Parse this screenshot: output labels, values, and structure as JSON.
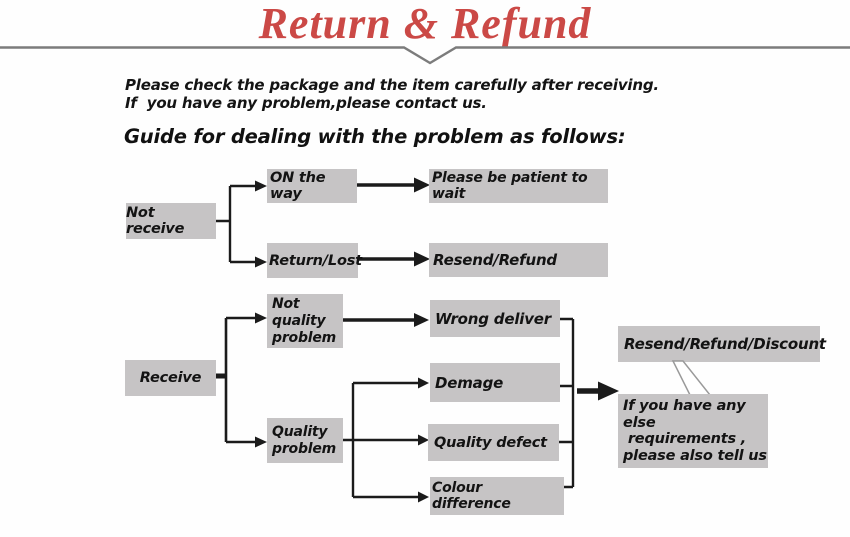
{
  "header": {
    "title": "Return & Refund",
    "intro": "Please check the package and the item carefully after receiving.\nIf  you have any problem,please contact us.",
    "guide_heading": "Guide for dealing with the problem as follows:"
  },
  "colors": {
    "title_red": "#cb4946",
    "box_gray": "#c6c4c5",
    "line_black": "#1b1b1b",
    "divider_gray": "#7c7c7c"
  },
  "flowchart": {
    "not_receive": "Not receive",
    "on_the_way": "ON the way",
    "please_wait": "Please be patient to wait",
    "return_lost": "Return/Lost",
    "resend_refund": "Resend/Refund",
    "receive": "Receive",
    "not_quality_problem": "Not\nquality\nproblem",
    "wrong_deliver": "Wrong deliver",
    "quality_problem": "Quality\nproblem",
    "demage": "Demage",
    "quality_defect": "Quality defect",
    "colour_difference": "Colour difference",
    "resend_refund_discount": "Resend/Refund/Discount",
    "requirements_note": "If you have any else\n requirements ,\nplease also tell us"
  }
}
